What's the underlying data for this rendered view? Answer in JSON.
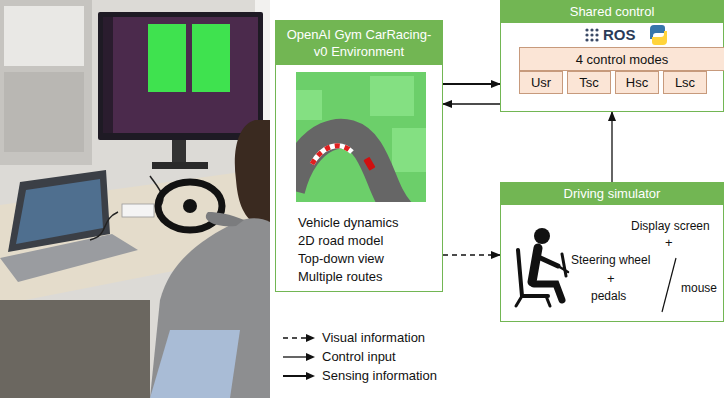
{
  "diagram": {
    "nodes": [
      {
        "text": [
          "OpenAI Gym CarRacing-v0 Environment",
          "Vehicle dynamics",
          "2D road model",
          "Top-down view",
          "Multiple routes"
        ]
      },
      {
        "text": [
          "Shared control",
          "ROS"
        ]
      },
      {
        "text": [
          "4 control modes"
        ],
        "in": 1
      },
      {
        "text": [
          "Usr"
        ],
        "in": 1
      },
      {
        "text": [
          "Tsc"
        ],
        "in": 1
      },
      {
        "text": [
          "Hsc"
        ],
        "in": 1
      },
      {
        "text": [
          "Lsc"
        ],
        "in": 1
      },
      {
        "text": [
          "Driving simulator",
          "Display screen",
          "+",
          "Steering wheel",
          "+",
          "pedals",
          "mouse"
        ]
      }
    ],
    "edges": [
      {
        "from": 0,
        "to": 1,
        "arrow": "to"
      },
      {
        "from": 1,
        "to": 0,
        "arrow": "to"
      },
      {
        "from": 0,
        "to": 7,
        "arrow": "to"
      },
      {
        "from": 7,
        "to": 1,
        "arrow": "to"
      }
    ],
    "legend": [
      {
        "text": "Visual information"
      },
      {
        "text": "Control input"
      },
      {
        "text": "Sensing information"
      }
    ]
  }
}
